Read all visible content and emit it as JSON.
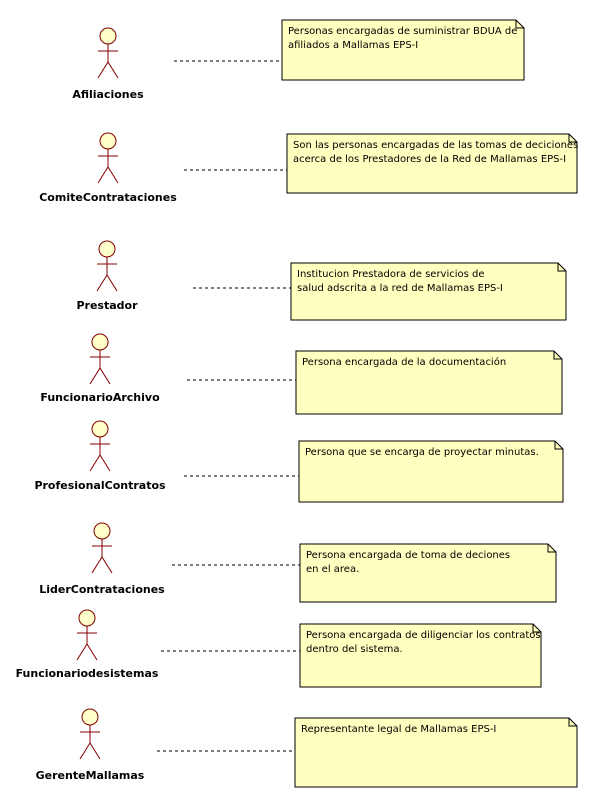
{
  "colors": {
    "actor_stroke": "#800000",
    "actor_fill": "#ffffcc",
    "note_fill": "#ffffc0",
    "note_stroke": "#000000",
    "connector": "#000000"
  },
  "rows": [
    {
      "actor": "Afiliaciones",
      "note": [
        "Personas encargadas de suministrar BDUA de",
        "afiliados a Mallamas EPS-I"
      ]
    },
    {
      "actor": "ComiteContrataciones",
      "note": [
        "Son las personas encargadas de las tomas de deciciones",
        "acerca de los Prestadores de la Red de Mallamas EPS-I"
      ]
    },
    {
      "actor": "Prestador",
      "note": [
        "Institucion Prestadora de servicios de",
        " salud adscrita a la red de Mallamas EPS-I"
      ]
    },
    {
      "actor": "FuncionarioArchivo",
      "note": [
        "Persona encargada de la documentación"
      ]
    },
    {
      "actor": "ProfesionalContratos",
      "note": [
        "Persona que se encarga de proyectar minutas."
      ]
    },
    {
      "actor": "LiderContrataciones",
      "note": [
        "Persona encargada de toma de deciones",
        "en el area."
      ]
    },
    {
      "actor": "Funcionariodesistemas",
      "note": [
        "Persona encargada de diligenciar los contratos",
        "dentro del sistema."
      ]
    },
    {
      "actor": "GerenteMallamas",
      "note": [
        "Representante legal de Mallamas EPS-I"
      ]
    }
  ]
}
